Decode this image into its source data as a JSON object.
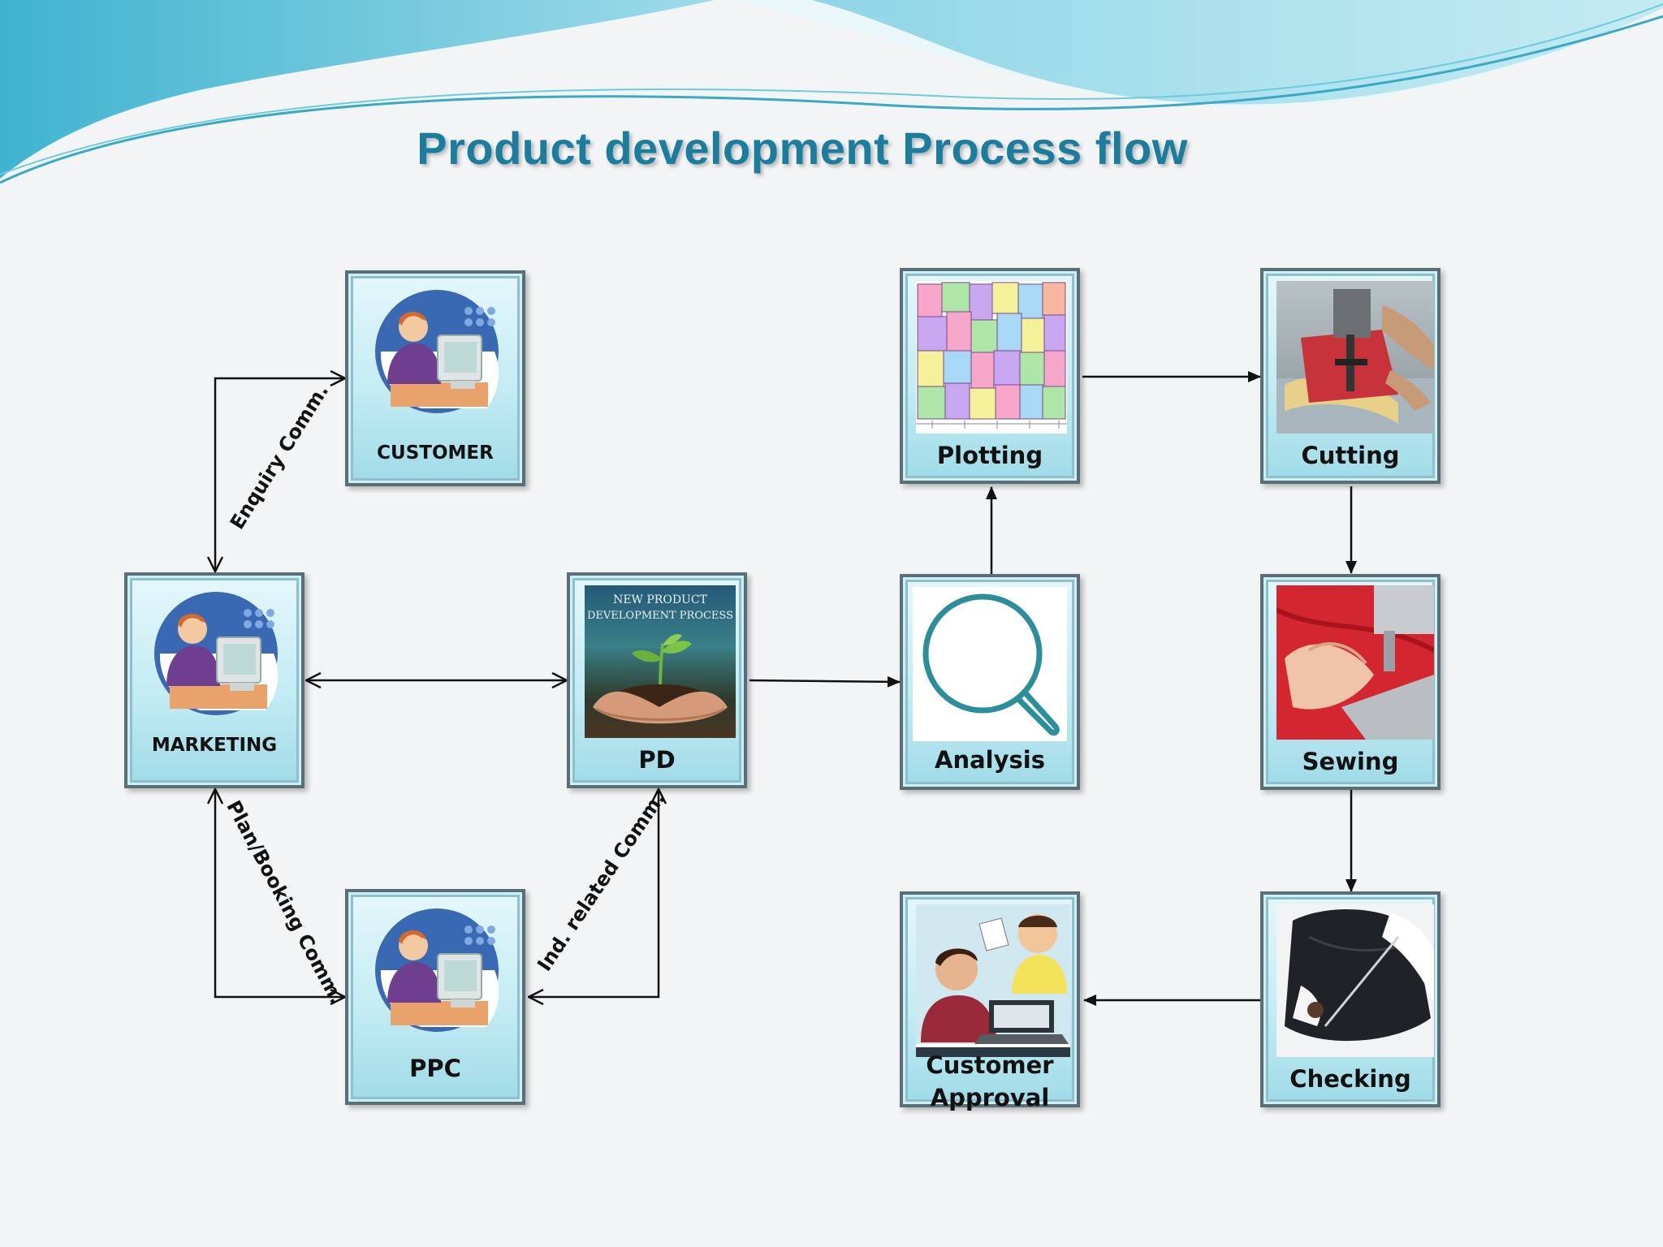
{
  "title": "Product development Process flow",
  "nodes": {
    "customer": "CUSTOMER",
    "marketing": "MARKETING",
    "pd": "PD",
    "ppc": "PPC",
    "analysis": "Analysis",
    "plotting": "Plotting",
    "cutting": "Cutting",
    "sewing": "Sewing",
    "checking": "Checking",
    "customer_approval_line1": "Customer",
    "customer_approval_line2": "Approval"
  },
  "pd_image_text": {
    "line1": "NEW PRODUCT",
    "line2": "DEVELOPMENT PROCESS"
  },
  "edge_labels": {
    "enquiry": "Enquiry Comm.",
    "plan_booking": "Plan/Booking Comm.",
    "ind_related": "Ind. related Comm."
  },
  "colors": {
    "title": "#1b7d9e",
    "box_fill": "#c4ecf4",
    "box_border": "#5a6e76",
    "wave": "#5bc3dc"
  }
}
